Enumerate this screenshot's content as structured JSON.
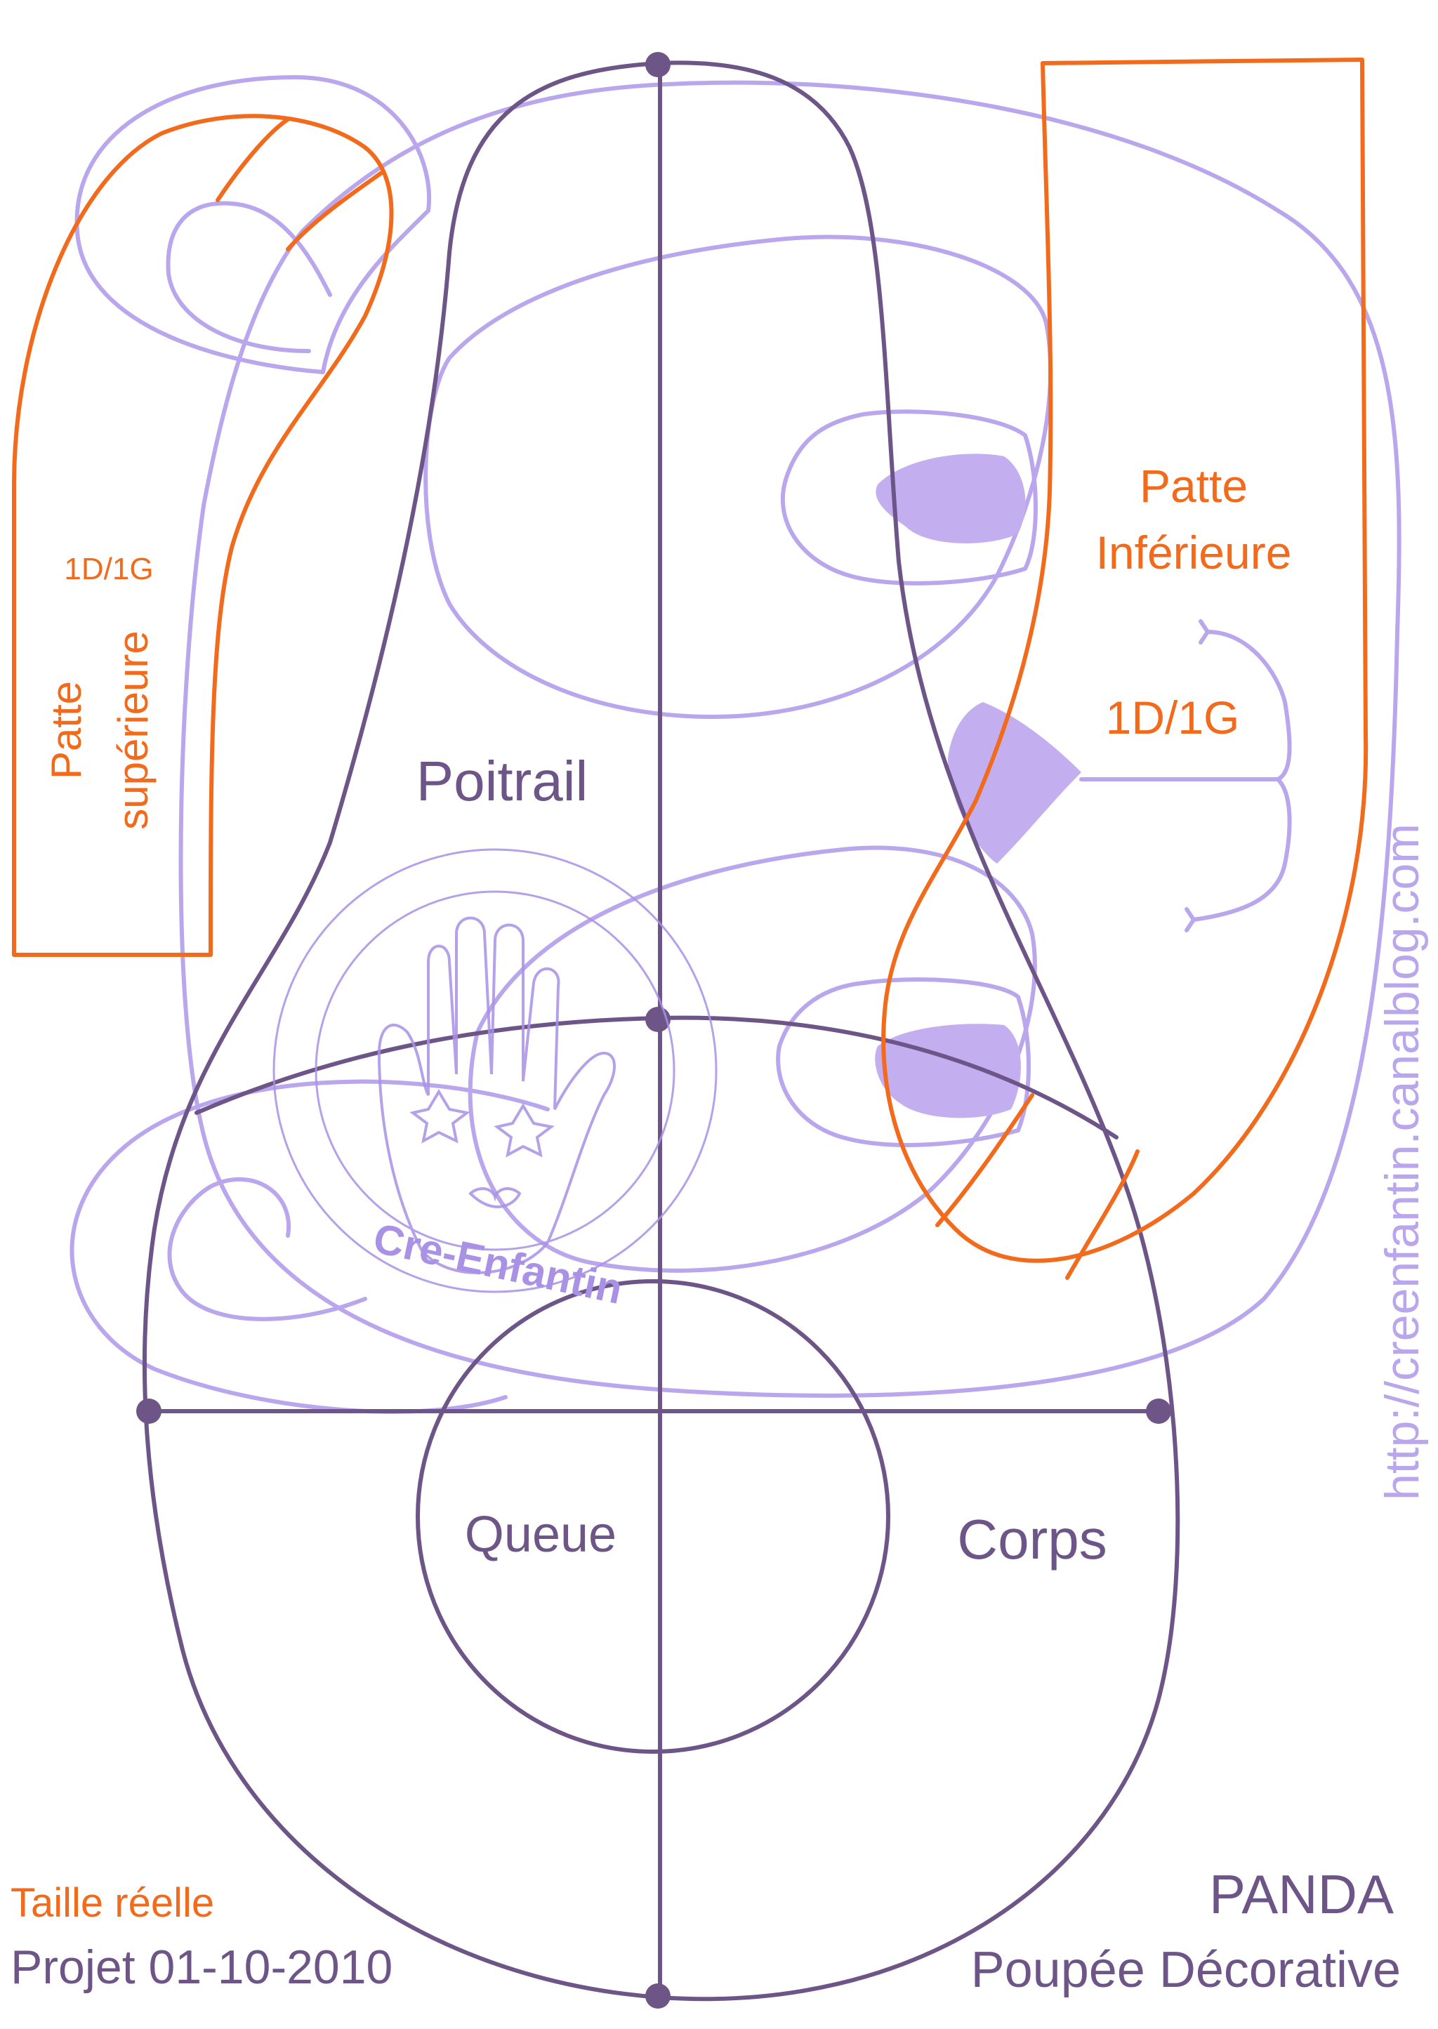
{
  "colors": {
    "dark_purple": "#6e5588",
    "light_purple": "#b9a6ec",
    "lavender_fill": "#c3aef0",
    "orange": "#f26a1b",
    "watermark": "#a991e6"
  },
  "labels": {
    "patte_superieure_line1": "Patte",
    "patte_superieure_line2": "supérieure",
    "patte_superieure_count": "1D/1G",
    "patte_inferieure_line1": "Patte",
    "patte_inferieure_line2": "Inférieure",
    "patte_inferieure_count": "1D/1G",
    "poitrail": "Poitrail",
    "queue": "Queue",
    "corps": "Corps",
    "website": "http://creenfantin.canalblog.com",
    "taille": "Taille réelle",
    "projet": "Projet 01-10-2010",
    "title": "PANDA",
    "subtitle": "Poupée Décorative"
  },
  "logo": {
    "text": "Cre-Enfantin",
    "icon": "hand-logo-icon"
  }
}
